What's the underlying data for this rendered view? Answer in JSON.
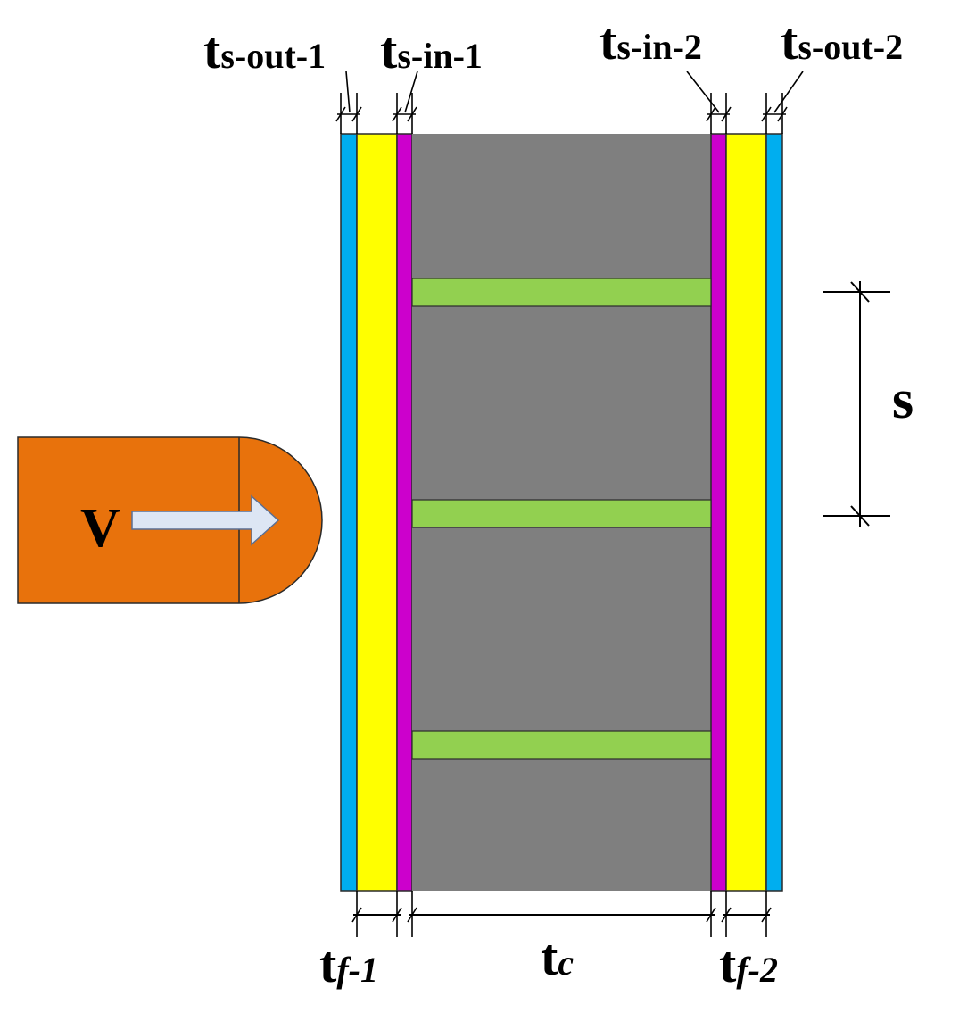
{
  "labels": {
    "ts_out_1": {
      "main": "t",
      "sub": "s-out-1"
    },
    "ts_in_1": {
      "main": "t",
      "sub": "s-in-1"
    },
    "ts_in_2": {
      "main": "t",
      "sub": "s-in-2"
    },
    "ts_out_2": {
      "main": "t",
      "sub": "s-out-2"
    },
    "tf_1": {
      "main": "t",
      "sub": "f-1"
    },
    "tc": {
      "main": "t",
      "sub": "c"
    },
    "tf_2": {
      "main": "t",
      "sub": "f-2"
    },
    "spacing": "s",
    "velocity": "V"
  },
  "colors": {
    "outer_skin": "#00aeef",
    "face_sheet": "#ffff00",
    "inner_skin": "#cc00cc",
    "core": "#7f7f7f",
    "stiffener": "#92d050",
    "projectile": "#e8720c",
    "arrow": "#dde6f4",
    "outline": "#2a2a2a"
  }
}
